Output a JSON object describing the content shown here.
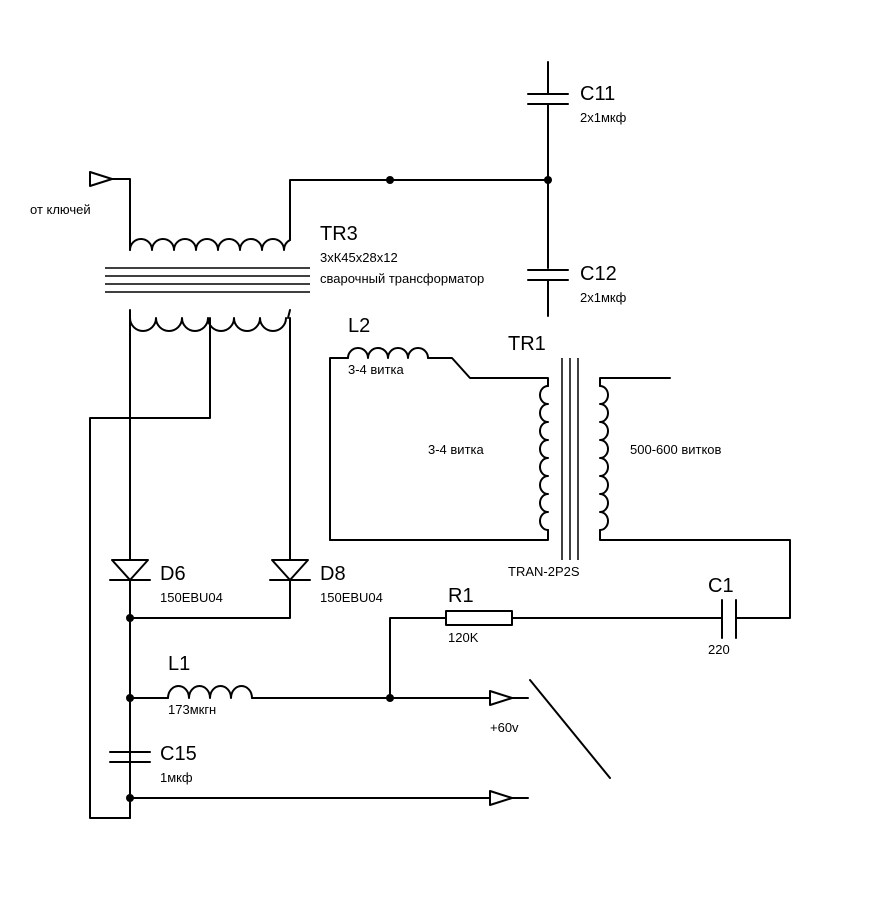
{
  "labels": {
    "input_label": "от ключей",
    "tr3_name": "TR3",
    "tr3_core": "3хК45х28х12",
    "tr3_desc": "сварочный трансформатор",
    "c11_name": "C11",
    "c11_value": "2х1мкф",
    "c12_name": "C12",
    "c12_value": "2х1мкф",
    "l2_name": "L2",
    "l2_turns": "3-4 витка",
    "tr1_name": "TR1",
    "tr1_primary": "3-4 витка",
    "tr1_secondary": "500-600 витков",
    "tr1_part": "TRAN-2P2S",
    "d6_name": "D6",
    "d6_part": "150EBU04",
    "d8_name": "D8",
    "d8_part": "150EBU04",
    "r1_name": "R1",
    "r1_value": "120K",
    "c1_name": "C1",
    "c1_value": "220",
    "l1_name": "L1",
    "l1_value": "173мкгн",
    "c15_name": "C15",
    "c15_value": "1мкф",
    "out_label": "+60v"
  }
}
